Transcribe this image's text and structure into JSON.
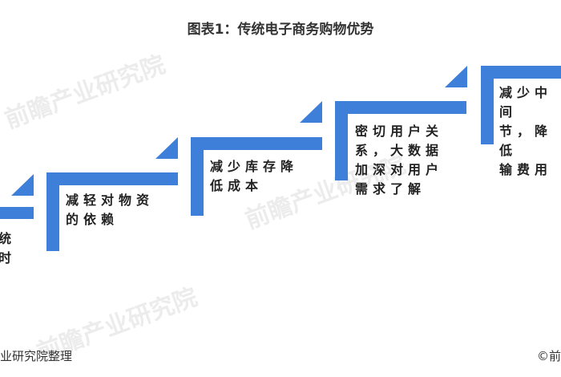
{
  "title": "图表1：传统电子商务购物优势",
  "accent_color": "#3d7fd9",
  "steps": [
    {
      "text": "统\n时"
    },
    {
      "text": "减轻对物资\n的依赖"
    },
    {
      "text": "减少库存降\n低成本"
    },
    {
      "text": "密切用户关\n系，大数据\n加深对用户\n需求了解"
    },
    {
      "text": "减少中间\n节，降低\n输费用"
    }
  ],
  "footer": {
    "left": "业研究院整理",
    "right": "©前"
  },
  "watermark": "前瞻产业研究院"
}
